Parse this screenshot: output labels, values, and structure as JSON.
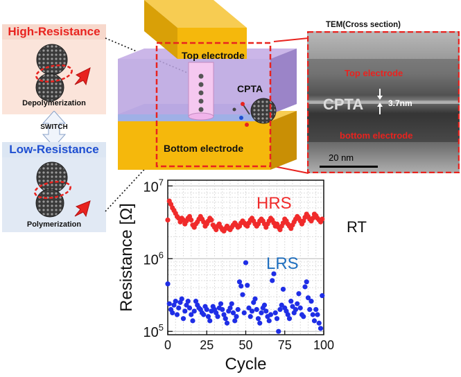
{
  "left_panel": {
    "high_label": "High-Resistance",
    "depoly_label": "Depolymerization",
    "switch_label": "SWITCH",
    "low_label": "Low-Resistance",
    "poly_label": "Polymerization"
  },
  "device": {
    "top_label": "Top electrode",
    "cpta_label": "CPTA",
    "bottom_label": "Bottom electrode"
  },
  "tem": {
    "title": "TEM(Cross section)",
    "top_label": "Top electrode",
    "cpta_label": "CPTA",
    "thickness_label": "3.7nm",
    "bottom_label": "bottom electrode",
    "scale_label": "20 nm"
  },
  "colors": {
    "hrs": "#f02b2b",
    "lrs": "#1f2ee6",
    "electrode": "#f5b80c",
    "highlight_box": "#e8231f"
  },
  "chart_data": {
    "type": "scatter",
    "xlabel": "Cycle",
    "ylabel": "Resistance [Ω]",
    "xlim": [
      0,
      100
    ],
    "ylim": [
      90000,
      12000000
    ],
    "yscale": "log",
    "x_ticks": [
      "0",
      "25",
      "50",
      "75",
      "100"
    ],
    "y_tick_labels": [
      "10^5",
      "10^6",
      "10^7"
    ],
    "grid": true,
    "annotations": [
      "HRS",
      "LRS",
      "RT"
    ],
    "series": [
      {
        "name": "HRS",
        "values": [
          3400000,
          6200000,
          5600000,
          5000000,
          4600000,
          4200000,
          3800000,
          3600000,
          3200000,
          3600000,
          3400000,
          3000000,
          3300000,
          3600000,
          3800000,
          3400000,
          2900000,
          2700000,
          3000000,
          3200000,
          3500000,
          3800000,
          3500000,
          3200000,
          2800000,
          3000000,
          3300000,
          3600000,
          3400000,
          2900000,
          2700000,
          2500000,
          2800000,
          3000000,
          2700000,
          2500000,
          2400000,
          2600000,
          2800000,
          2600000,
          2500000,
          2700000,
          2900000,
          3100000,
          2900000,
          2700000,
          2800000,
          3100000,
          3300000,
          3100000,
          2900000,
          2800000,
          3100000,
          3400000,
          3600000,
          3300000,
          3000000,
          2800000,
          3000000,
          3300000,
          3500000,
          3300000,
          3000000,
          2700000,
          3000000,
          3300000,
          3600000,
          3400000,
          3100000,
          2800000,
          3000000,
          2700000,
          2500000,
          2800000,
          3100000,
          3500000,
          3300000,
          3000000,
          2800000,
          2600000,
          2900000,
          3200000,
          3500000,
          3800000,
          3600000,
          3300000,
          3000000,
          3300000,
          3700000,
          4100000,
          3800000,
          3500000,
          3300000,
          3600000,
          4100000,
          3900000,
          3600000,
          3400000,
          3200000,
          3500000
        ],
        "x": [
          0,
          1,
          2,
          3,
          4,
          5,
          6,
          7,
          8,
          9,
          10,
          11,
          12,
          13,
          14,
          15,
          16,
          17,
          18,
          19,
          20,
          21,
          22,
          23,
          24,
          25,
          26,
          27,
          28,
          29,
          30,
          31,
          32,
          33,
          34,
          35,
          36,
          37,
          38,
          39,
          40,
          41,
          42,
          43,
          44,
          45,
          46,
          47,
          48,
          49,
          50,
          51,
          52,
          53,
          54,
          55,
          56,
          57,
          58,
          59,
          60,
          61,
          62,
          63,
          64,
          65,
          66,
          67,
          68,
          69,
          70,
          71,
          72,
          73,
          74,
          75,
          76,
          77,
          78,
          79,
          80,
          81,
          82,
          83,
          84,
          85,
          86,
          87,
          88,
          89,
          90,
          91,
          92,
          93,
          94,
          95,
          96,
          97,
          98,
          99
        ]
      },
      {
        "name": "LRS",
        "values": [
          450000,
          240000,
          200000,
          180000,
          230000,
          260000,
          170000,
          210000,
          250000,
          280000,
          150000,
          190000,
          230000,
          260000,
          210000,
          170000,
          140000,
          190000,
          260000,
          230000,
          210000,
          200000,
          180000,
          170000,
          220000,
          200000,
          160000,
          140000,
          190000,
          220000,
          200000,
          180000,
          160000,
          210000,
          240000,
          200000,
          170000,
          150000,
          130000,
          190000,
          210000,
          240000,
          180000,
          140000,
          160000,
          200000,
          480000,
          420000,
          320000,
          180000,
          880000,
          430000,
          210000,
          160000,
          190000,
          250000,
          280000,
          200000,
          150000,
          130000,
          180000,
          210000,
          230000,
          190000,
          160000,
          140000,
          170000,
          500000,
          620000,
          180000,
          150000,
          100000,
          200000,
          230000,
          380000,
          210000,
          190000,
          170000,
          150000,
          260000,
          220000,
          180000,
          200000,
          240000,
          330000,
          210000,
          170000,
          160000,
          410000,
          480000,
          290000,
          200000,
          260000,
          170000,
          140000,
          200000,
          170000,
          130000,
          110000,
          310000
        ],
        "x": [
          0,
          1,
          2,
          3,
          4,
          5,
          6,
          7,
          8,
          9,
          10,
          11,
          12,
          13,
          14,
          15,
          16,
          17,
          18,
          19,
          20,
          21,
          22,
          23,
          24,
          25,
          26,
          27,
          28,
          29,
          30,
          31,
          32,
          33,
          34,
          35,
          36,
          37,
          38,
          39,
          40,
          41,
          42,
          43,
          44,
          45,
          46,
          47,
          48,
          49,
          50,
          51,
          52,
          53,
          54,
          55,
          56,
          57,
          58,
          59,
          60,
          61,
          62,
          63,
          64,
          65,
          66,
          67,
          68,
          69,
          70,
          71,
          72,
          73,
          74,
          75,
          76,
          77,
          78,
          79,
          80,
          81,
          82,
          83,
          84,
          85,
          86,
          87,
          88,
          89,
          90,
          91,
          92,
          93,
          94,
          95,
          96,
          97,
          98,
          99
        ]
      }
    ]
  }
}
